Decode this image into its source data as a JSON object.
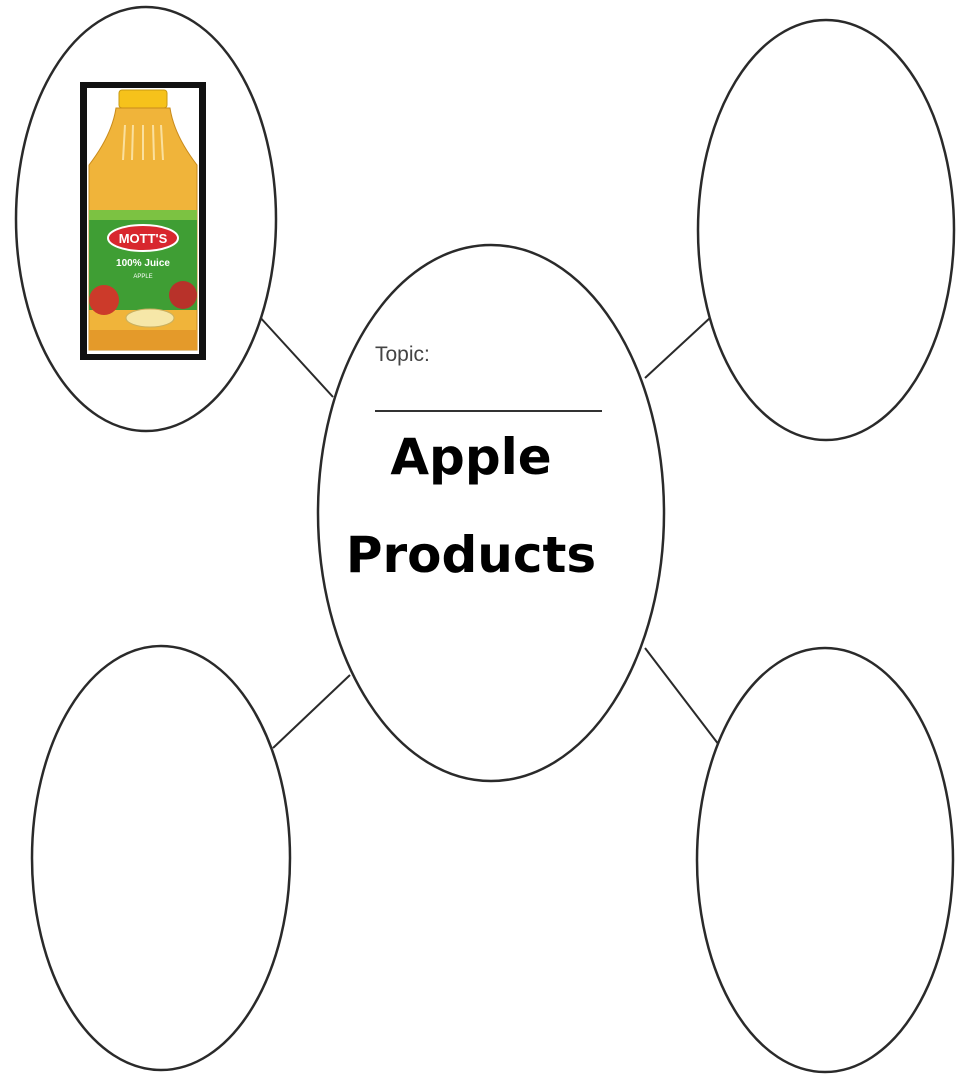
{
  "topic": {
    "label": "Topic:",
    "title_lines": [
      "Apple",
      "Products"
    ]
  },
  "nodes": [
    {
      "position": "top-left",
      "content": "image",
      "image": {
        "description": "bottle-icon",
        "brand": "MOTT'S",
        "line1": "100% Juice",
        "line2": "APPLE"
      }
    },
    {
      "position": "top-right",
      "content": ""
    },
    {
      "position": "bottom-left",
      "content": ""
    },
    {
      "position": "bottom-right",
      "content": ""
    }
  ],
  "colors": {
    "juice": "#f0b43a",
    "cap": "#f6c21b",
    "label_green": "#3f9e34",
    "frame": "#111111",
    "apple_red": "#cc3a2a"
  }
}
